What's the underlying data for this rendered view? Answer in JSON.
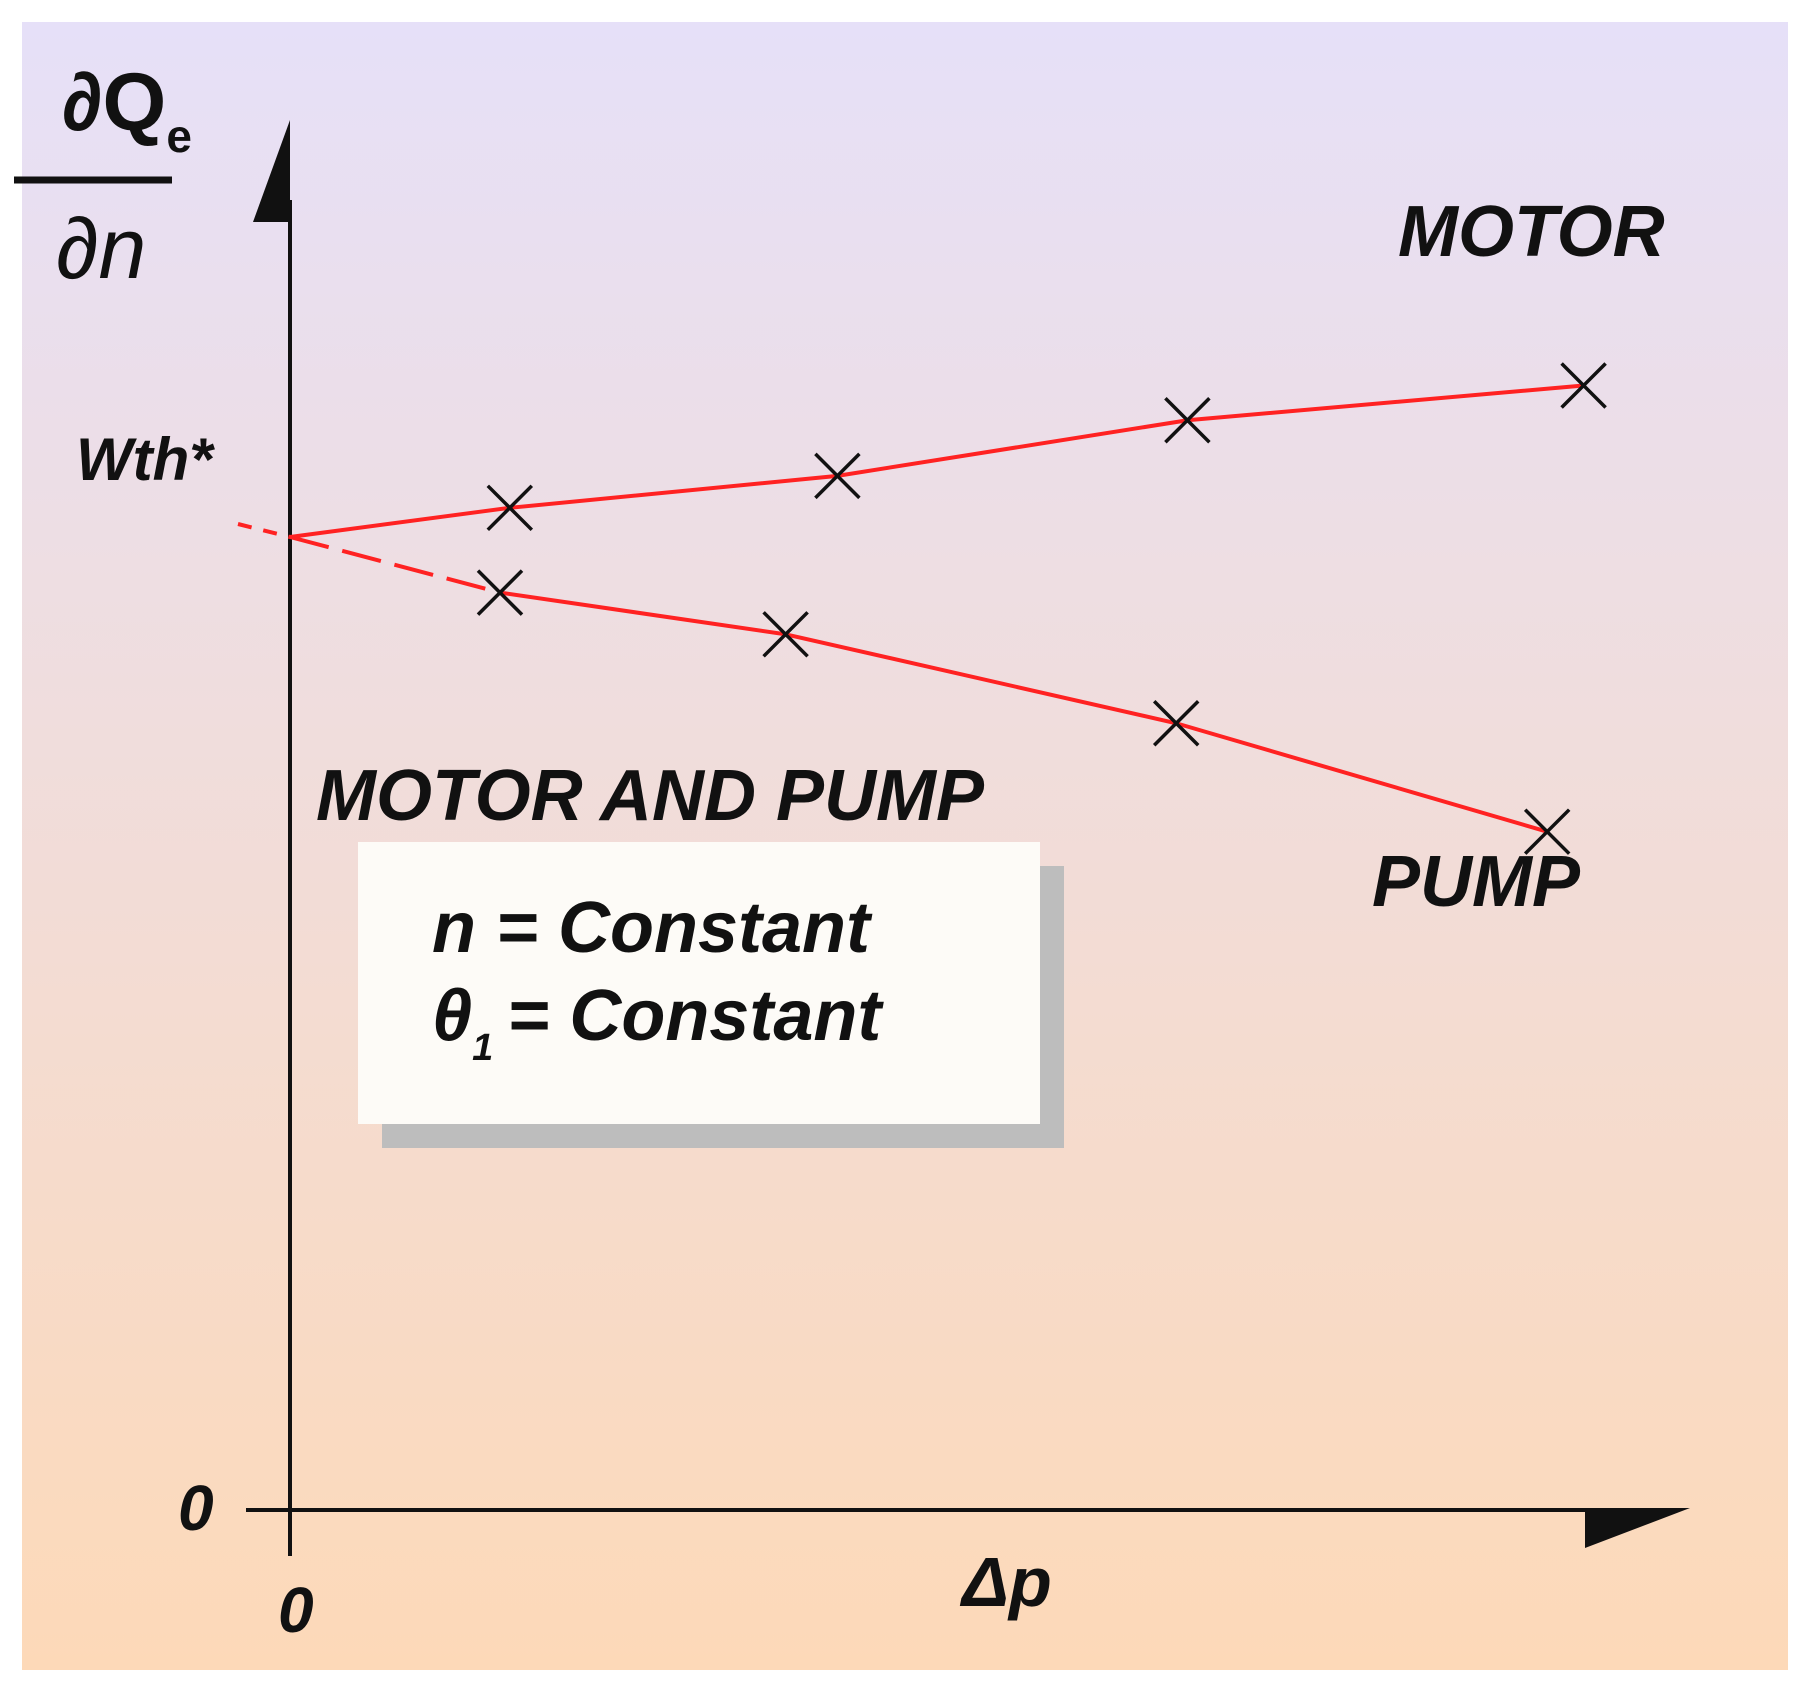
{
  "chart_data": {
    "type": "line",
    "y_label": {
      "numerator": "∂Q",
      "numerator_sub": "e",
      "denominator": "∂n"
    },
    "x_label": "Δp",
    "x_origin_label": "0",
    "y_origin_label": "0",
    "y_intercept_label": "Wth*",
    "section_label": "MOTOR AND PUMP",
    "conditions": [
      {
        "symbol": "n",
        "subscript": "",
        "text": "= Constant"
      },
      {
        "symbol": "θ",
        "subscript": "1",
        "text": "= Constant"
      }
    ],
    "y_intercept": 0.7,
    "xlim": [
      0,
      1
    ],
    "ylim": [
      0,
      1
    ],
    "series": [
      {
        "name": "MOTOR",
        "color": "#ff2222",
        "points": [
          {
            "x": 0.157,
            "y": 0.721
          },
          {
            "x": 0.391,
            "y": 0.744
          },
          {
            "x": 0.641,
            "y": 0.784
          },
          {
            "x": 0.924,
            "y": 0.809
          }
        ]
      },
      {
        "name": "PUMP",
        "color": "#ff2222",
        "points": [
          {
            "x": 0.15,
            "y": 0.66
          },
          {
            "x": 0.354,
            "y": 0.63
          },
          {
            "x": 0.633,
            "y": 0.566
          },
          {
            "x": 0.898,
            "y": 0.488
          }
        ]
      }
    ],
    "grid": false,
    "legend": "none",
    "colors": {
      "background_top": "#e6e0f8",
      "background_bottom": "#fdd9b8",
      "line": "#ff2222",
      "marker": "#111111",
      "axis": "#111111",
      "box_fill": "#fdfbf7",
      "box_shadow": "#bdbdbd"
    }
  }
}
